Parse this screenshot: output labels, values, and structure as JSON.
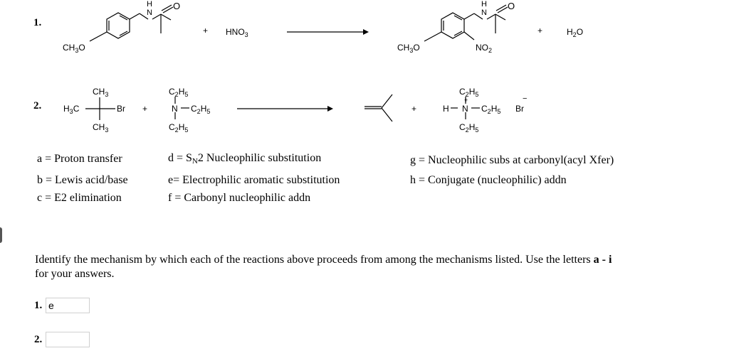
{
  "reactions": [
    {
      "number": "1.",
      "reactant1": {
        "substituent": "CH3O",
        "amide_h": "H",
        "amide_n": "N",
        "carbonyl_o": "O"
      },
      "plus1": "+",
      "reagent": "HNO3",
      "product1": {
        "substituent": "CH3O",
        "amide_h": "H",
        "amide_n": "N",
        "carbonyl_o": "O",
        "nitro": "NO2"
      },
      "plus2": "+",
      "byproduct": "H2O"
    },
    {
      "number": "2.",
      "reactant1": {
        "top": "CH3",
        "left": "H3C",
        "right": "Br",
        "bottom": "CH3"
      },
      "plus1": "+",
      "reactant2": {
        "top": "C2H5",
        "center": "N",
        "right": "C2H5",
        "bottom": "C2H5"
      },
      "plus2": "+",
      "product2": {
        "top": "C2H5",
        "h": "H",
        "charge": "+",
        "center": "N",
        "right": "C2H5",
        "bottom": "C2H5",
        "counterion": "Br",
        "counterion_charge": "−"
      }
    }
  ],
  "mechanisms": [
    {
      "letter": "a",
      "text": "a = Proton transfer"
    },
    {
      "letter": "b",
      "text": "b = Lewis acid/base"
    },
    {
      "letter": "c",
      "text": "c = E2 elimination"
    },
    {
      "letter": "d",
      "pre": "d = S",
      "sub": "N",
      "post": "2 Nucleophilic substitution"
    },
    {
      "letter": "e",
      "text": "e= Electrophilic aromatic substitution"
    },
    {
      "letter": "f",
      "text": "f = Carbonyl nucleophilic addn"
    },
    {
      "letter": "g",
      "text": "g = Nucleophilic subs at carbonyl(acyl Xfer)"
    },
    {
      "letter": "h",
      "text": "h = Conjugate (nucleophilic) addn"
    }
  ],
  "instructions": {
    "text": "Identify the mechanism by which each of the reactions above proceeds from among the mechanisms listed. Use the letters ",
    "bold": "a - i",
    "tail": "for your answers."
  },
  "answers": [
    {
      "label": "1.",
      "value": "e"
    },
    {
      "label": "2.",
      "value": ""
    }
  ]
}
